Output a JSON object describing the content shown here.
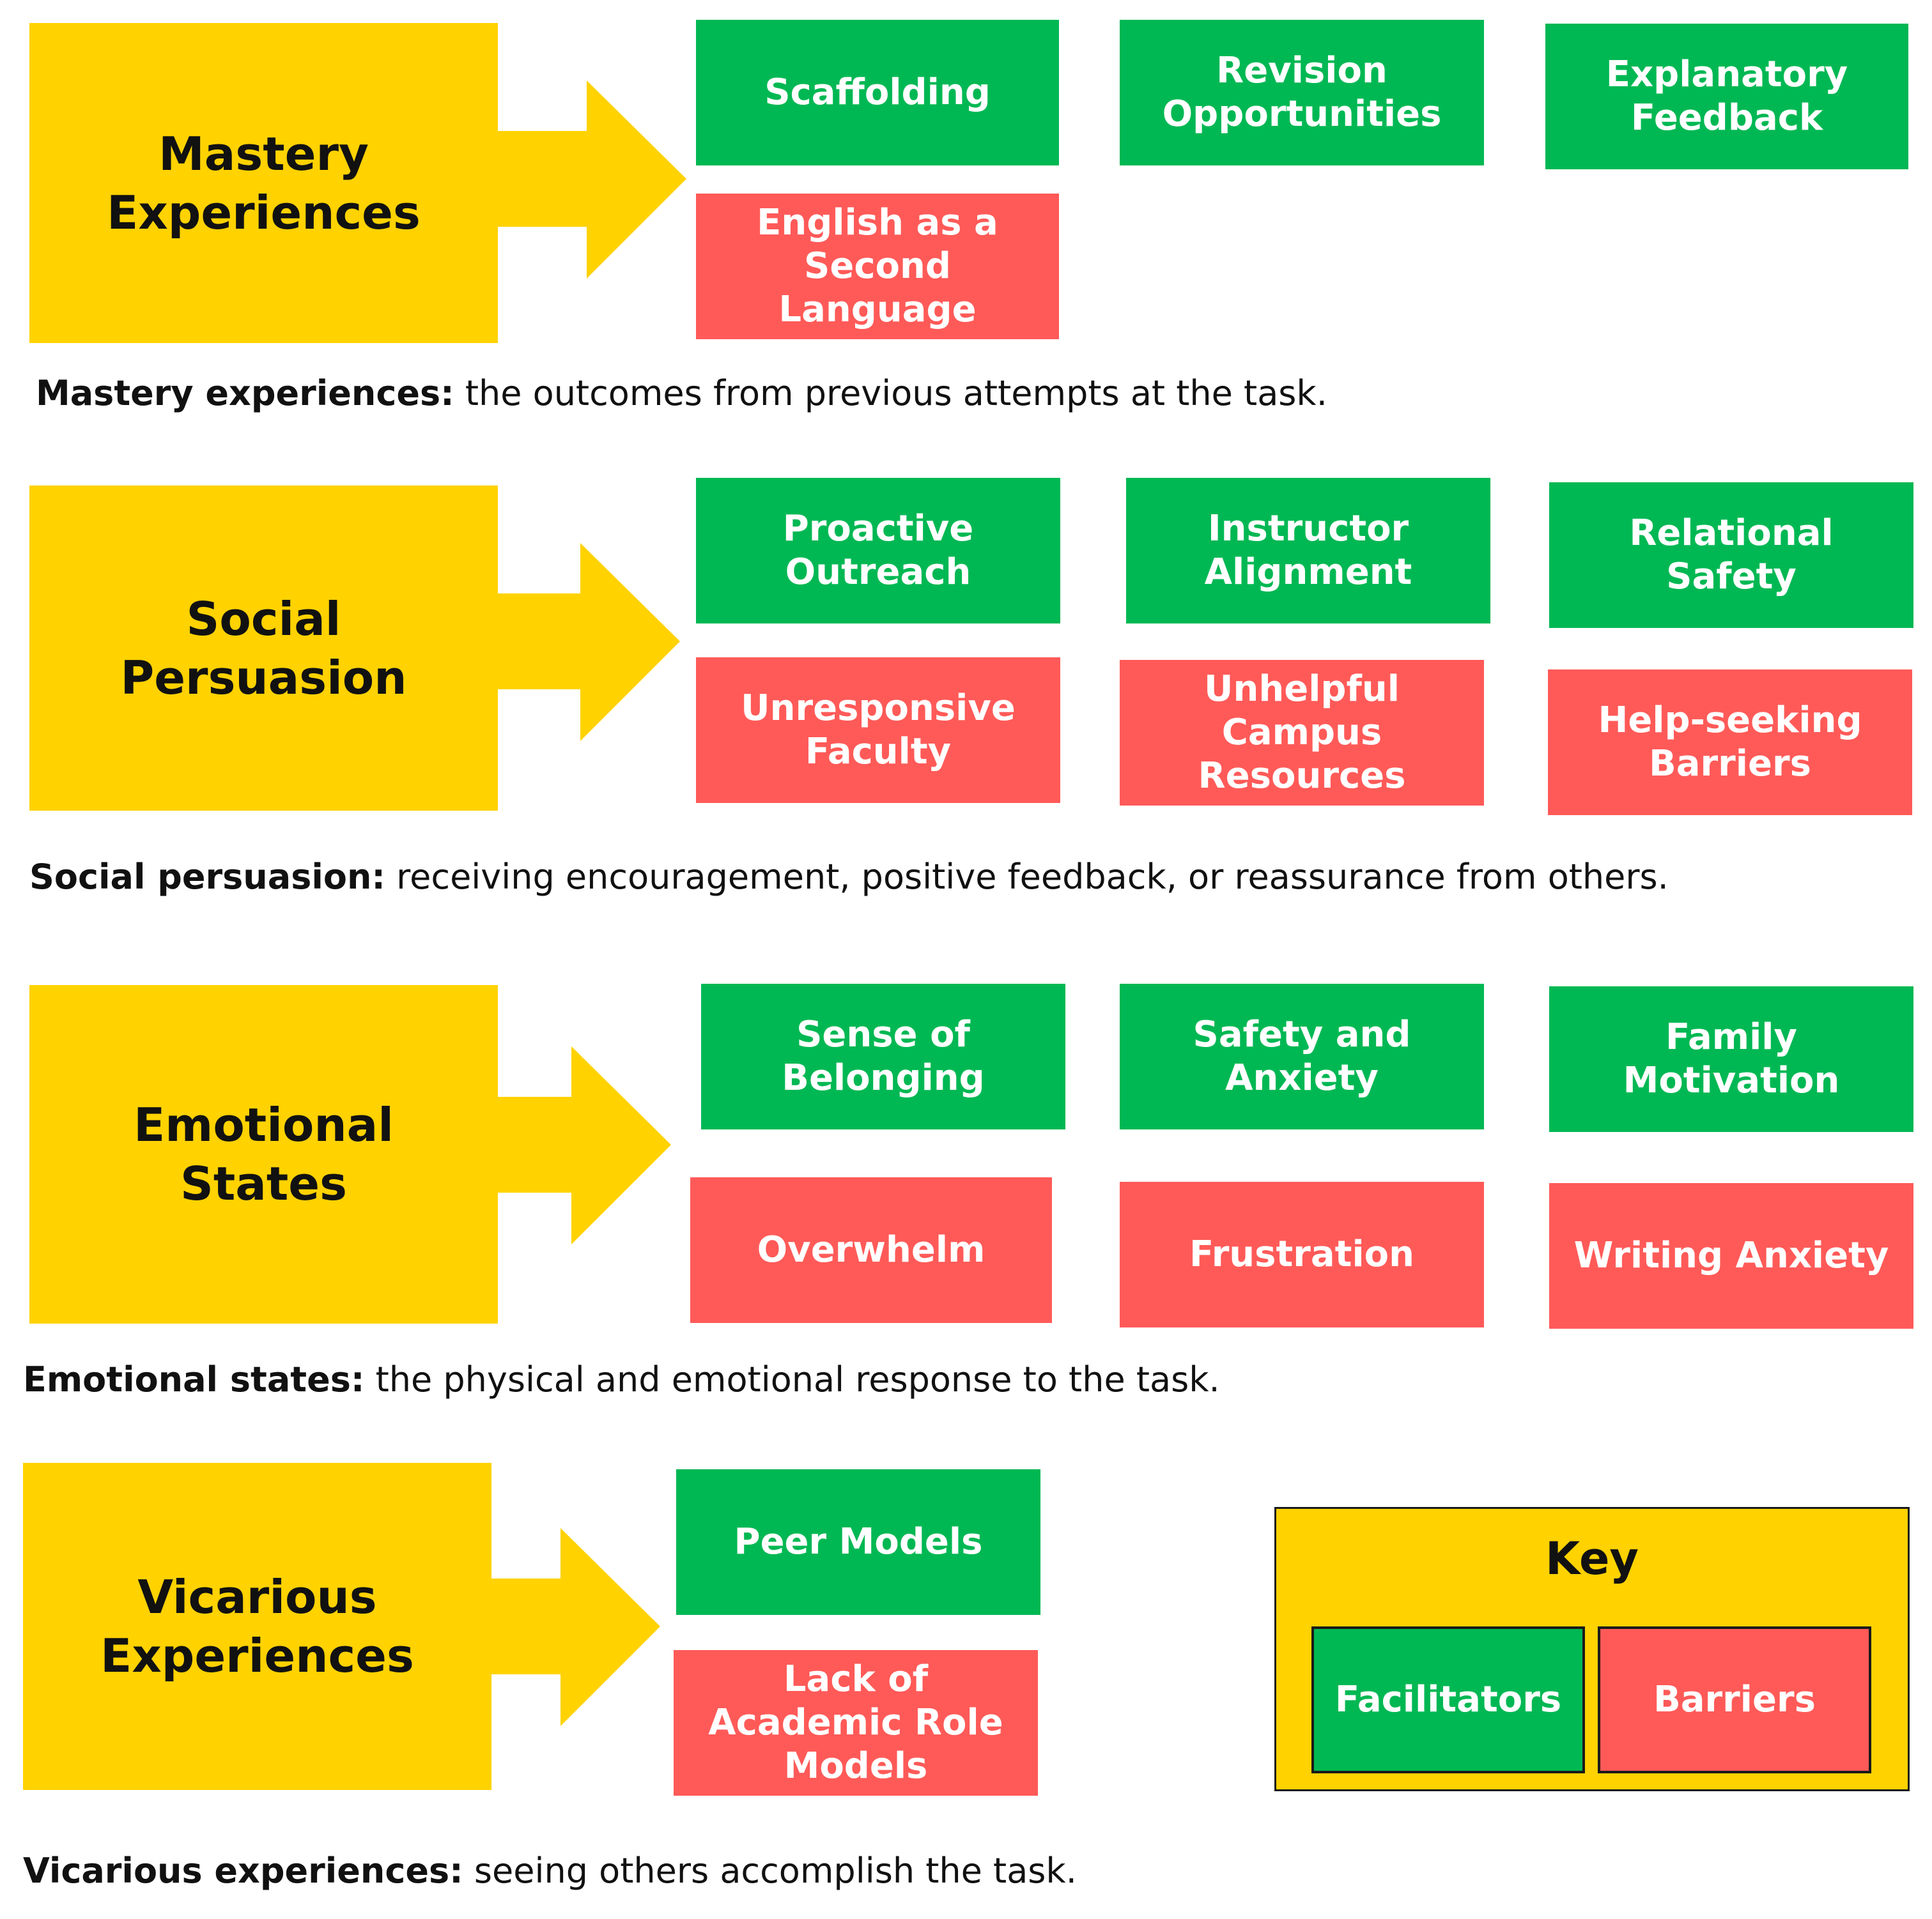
{
  "colors": {
    "source": "#FFD200",
    "facilitator": "#00B853",
    "barrier": "#FF5A58",
    "text_dark": "#111111",
    "text_light": "#FFFFFF"
  },
  "sections": [
    {
      "source": "Mastery Experiences",
      "facilitators": [
        "Scaffolding",
        "Revision Opportunities",
        "Explanatory Feedback"
      ],
      "barriers": [
        "English as a Second Language"
      ],
      "caption_term": "Mastery experiences:",
      "caption_text": " the outcomes from previous attempts at the task."
    },
    {
      "source": "Social Persuasion",
      "facilitators": [
        "Proactive Outreach",
        "Instructor Alignment",
        "Relational Safety"
      ],
      "barriers": [
        "Unresponsive Faculty",
        "Unhelpful Campus Resources",
        "Help-seeking Barriers"
      ],
      "caption_term": "Social persuasion:",
      "caption_text": " receiving encouragement, positive feedback, or reassurance from others."
    },
    {
      "source": "Emotional States",
      "facilitators": [
        "Sense of Belonging",
        "Safety and Anxiety",
        "Family Motivation"
      ],
      "barriers": [
        "Overwhelm",
        "Frustration",
        "Writing Anxiety"
      ],
      "caption_term": "Emotional states:",
      "caption_text": " the physical and emotional response to the task."
    },
    {
      "source": "Vicarious Experiences",
      "facilitators": [
        "Peer Models"
      ],
      "barriers": [
        "Lack of Academic Role Models"
      ],
      "caption_term": "Vicarious experiences:",
      "caption_text": " seeing others accomplish the task."
    }
  ],
  "key": {
    "title": "Key",
    "facilitators_label": "Facilitators",
    "barriers_label": "Barriers"
  }
}
